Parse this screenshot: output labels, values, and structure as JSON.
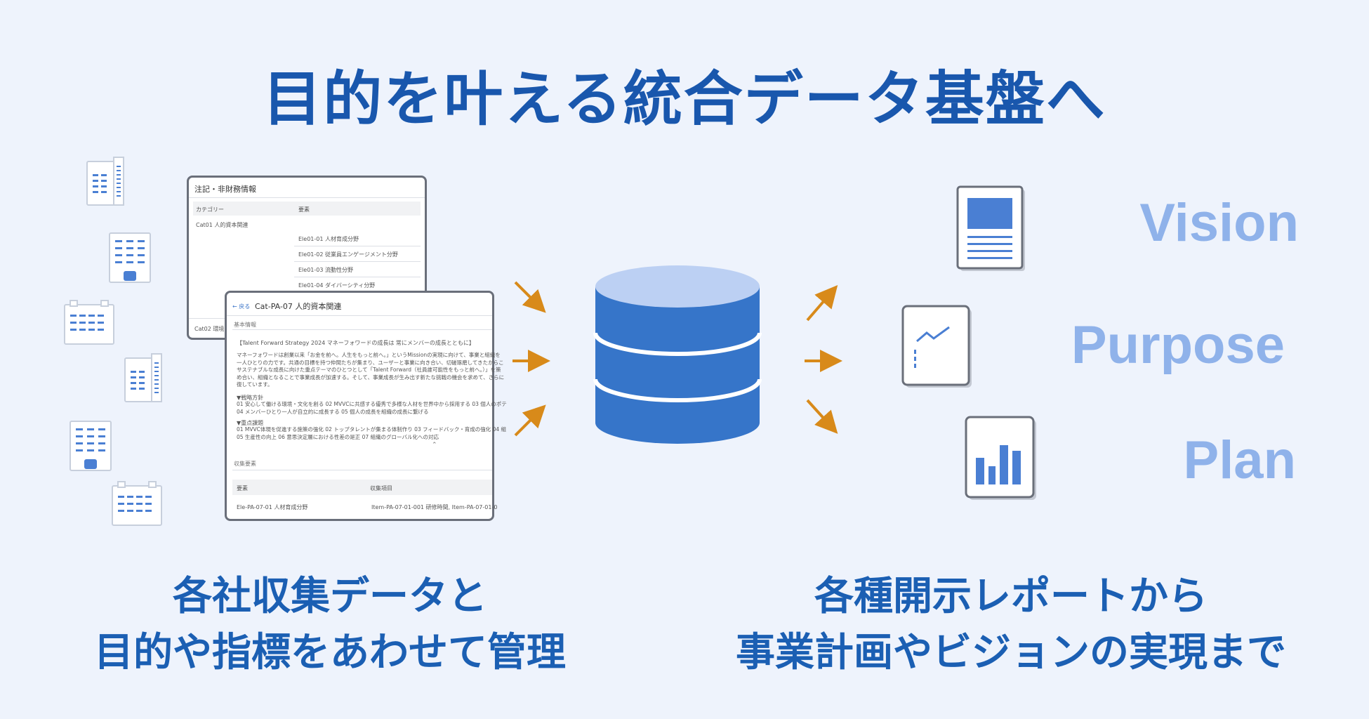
{
  "title": "目的を叶える統合データ基盤へ",
  "caption_left": {
    "line1": "各社収集データと",
    "line2": "目的や指標をあわせて管理"
  },
  "caption_right": {
    "line1": "各種開示レポートから",
    "line2": "事業計画やビジョンの実現まで"
  },
  "vpp": {
    "vision": "Vision",
    "purpose": "Purpose",
    "plan": "Plan"
  },
  "colors": {
    "title": "#1957ad",
    "caption": "#1b5fb3",
    "vpp": "#8fb2ea",
    "database": "#3675c9",
    "database_top": "#bcd0f3",
    "arrow": "#d88a1a",
    "icon_blue": "#4a7fd3"
  },
  "icons": {
    "buildings": "building-icon",
    "database": "database-icon",
    "document": "document-icon",
    "line_chart": "line-chart-icon",
    "bar_chart": "bar-chart-icon"
  },
  "card_back": {
    "title": "注記・非財務情報",
    "col_category": "カテゴリー",
    "col_element": "要素",
    "cat01": "Cat01 人的資本関連",
    "items": [
      "Ele01-01 人材育成分野",
      "Ele01-02 従業員エンゲージメント分野",
      "Ele01-03 流動性分野",
      "Ele01-04 ダイバーシティ分野"
    ],
    "cat02": "Cat02 環境"
  },
  "card_front": {
    "back": "戻る",
    "title": "Cat-PA-07 人的資本関連",
    "section_basic": "基本情報",
    "heading": "【Talent Forward Strategy 2024 マネーフォワードの成長は 常にメンバーの成長とともに】",
    "para": "マネーフォワードは創業以来「お金を前へ。人生をもっと前へ。」というMissionの実現に向けて、事業と組織を\n一人ひとりの力です。共通の目標を持つ仲間たちが集まり、ユーザーと事業に向き合い、切磋琢磨してきたからこ\nサステナブルな成長に向けた重点テーマのひとつとして「Talent Forward（社員誰可能性をもっと前へ。）」を策\nめ合い、組織となることで事業成長が加速する。そして、事業成長が生み出す新たな挑戦の機会を求めて、さらに\n復しています。",
    "strategy_label": "▼戦略方針",
    "strategy_text": "01 安心して働ける環境・文化を創る 02 MVVCに共感する優秀で多様な人材を世界中から採用する 03 個人のポテ\n04 メンバーひとり一人が自立的に成長する 05 個人の成長を組織の成長に繋げる",
    "issues_label": "▼重点課題",
    "issues_text": "01 MVVC体現を促進する施策の強化 02 トップタレントが集まる体制作り 03 フィードバック・育成の強化 04 組\n05 生産性の向上 06 意思決定層における性差の是正 07 組織のグローバル化への対応",
    "section_collect": "収集要素",
    "col_element": "要素",
    "col_item": "収集項目",
    "row_element": "Ele-PA-07-01 人材育成分野",
    "row_item": "Item-PA-07-01-001 研修時間, Item-PA-07-01-0"
  }
}
